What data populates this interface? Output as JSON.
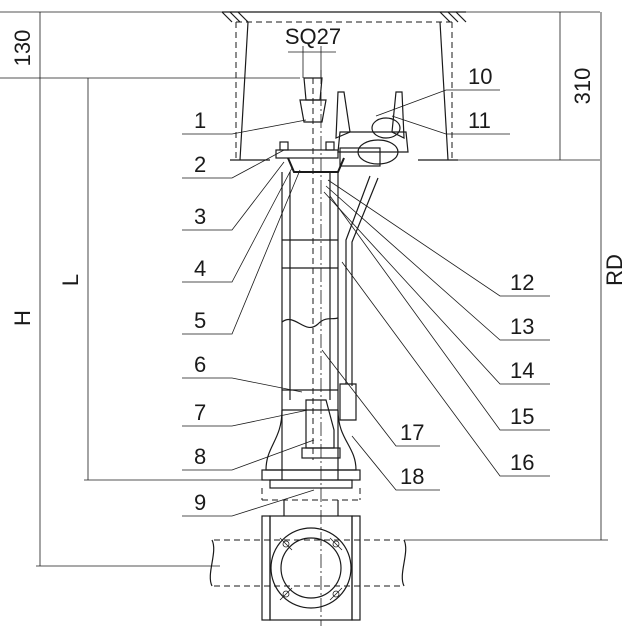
{
  "dimensions": {
    "top_cover": "130",
    "spindle_square": "SQ27",
    "box_height": "310",
    "overall_height": "H",
    "length": "L",
    "burial_depth": "RD"
  },
  "callouts": [
    "1",
    "2",
    "3",
    "4",
    "5",
    "6",
    "7",
    "8",
    "9",
    "10",
    "11",
    "12",
    "13",
    "14",
    "15",
    "16",
    "17",
    "18"
  ]
}
